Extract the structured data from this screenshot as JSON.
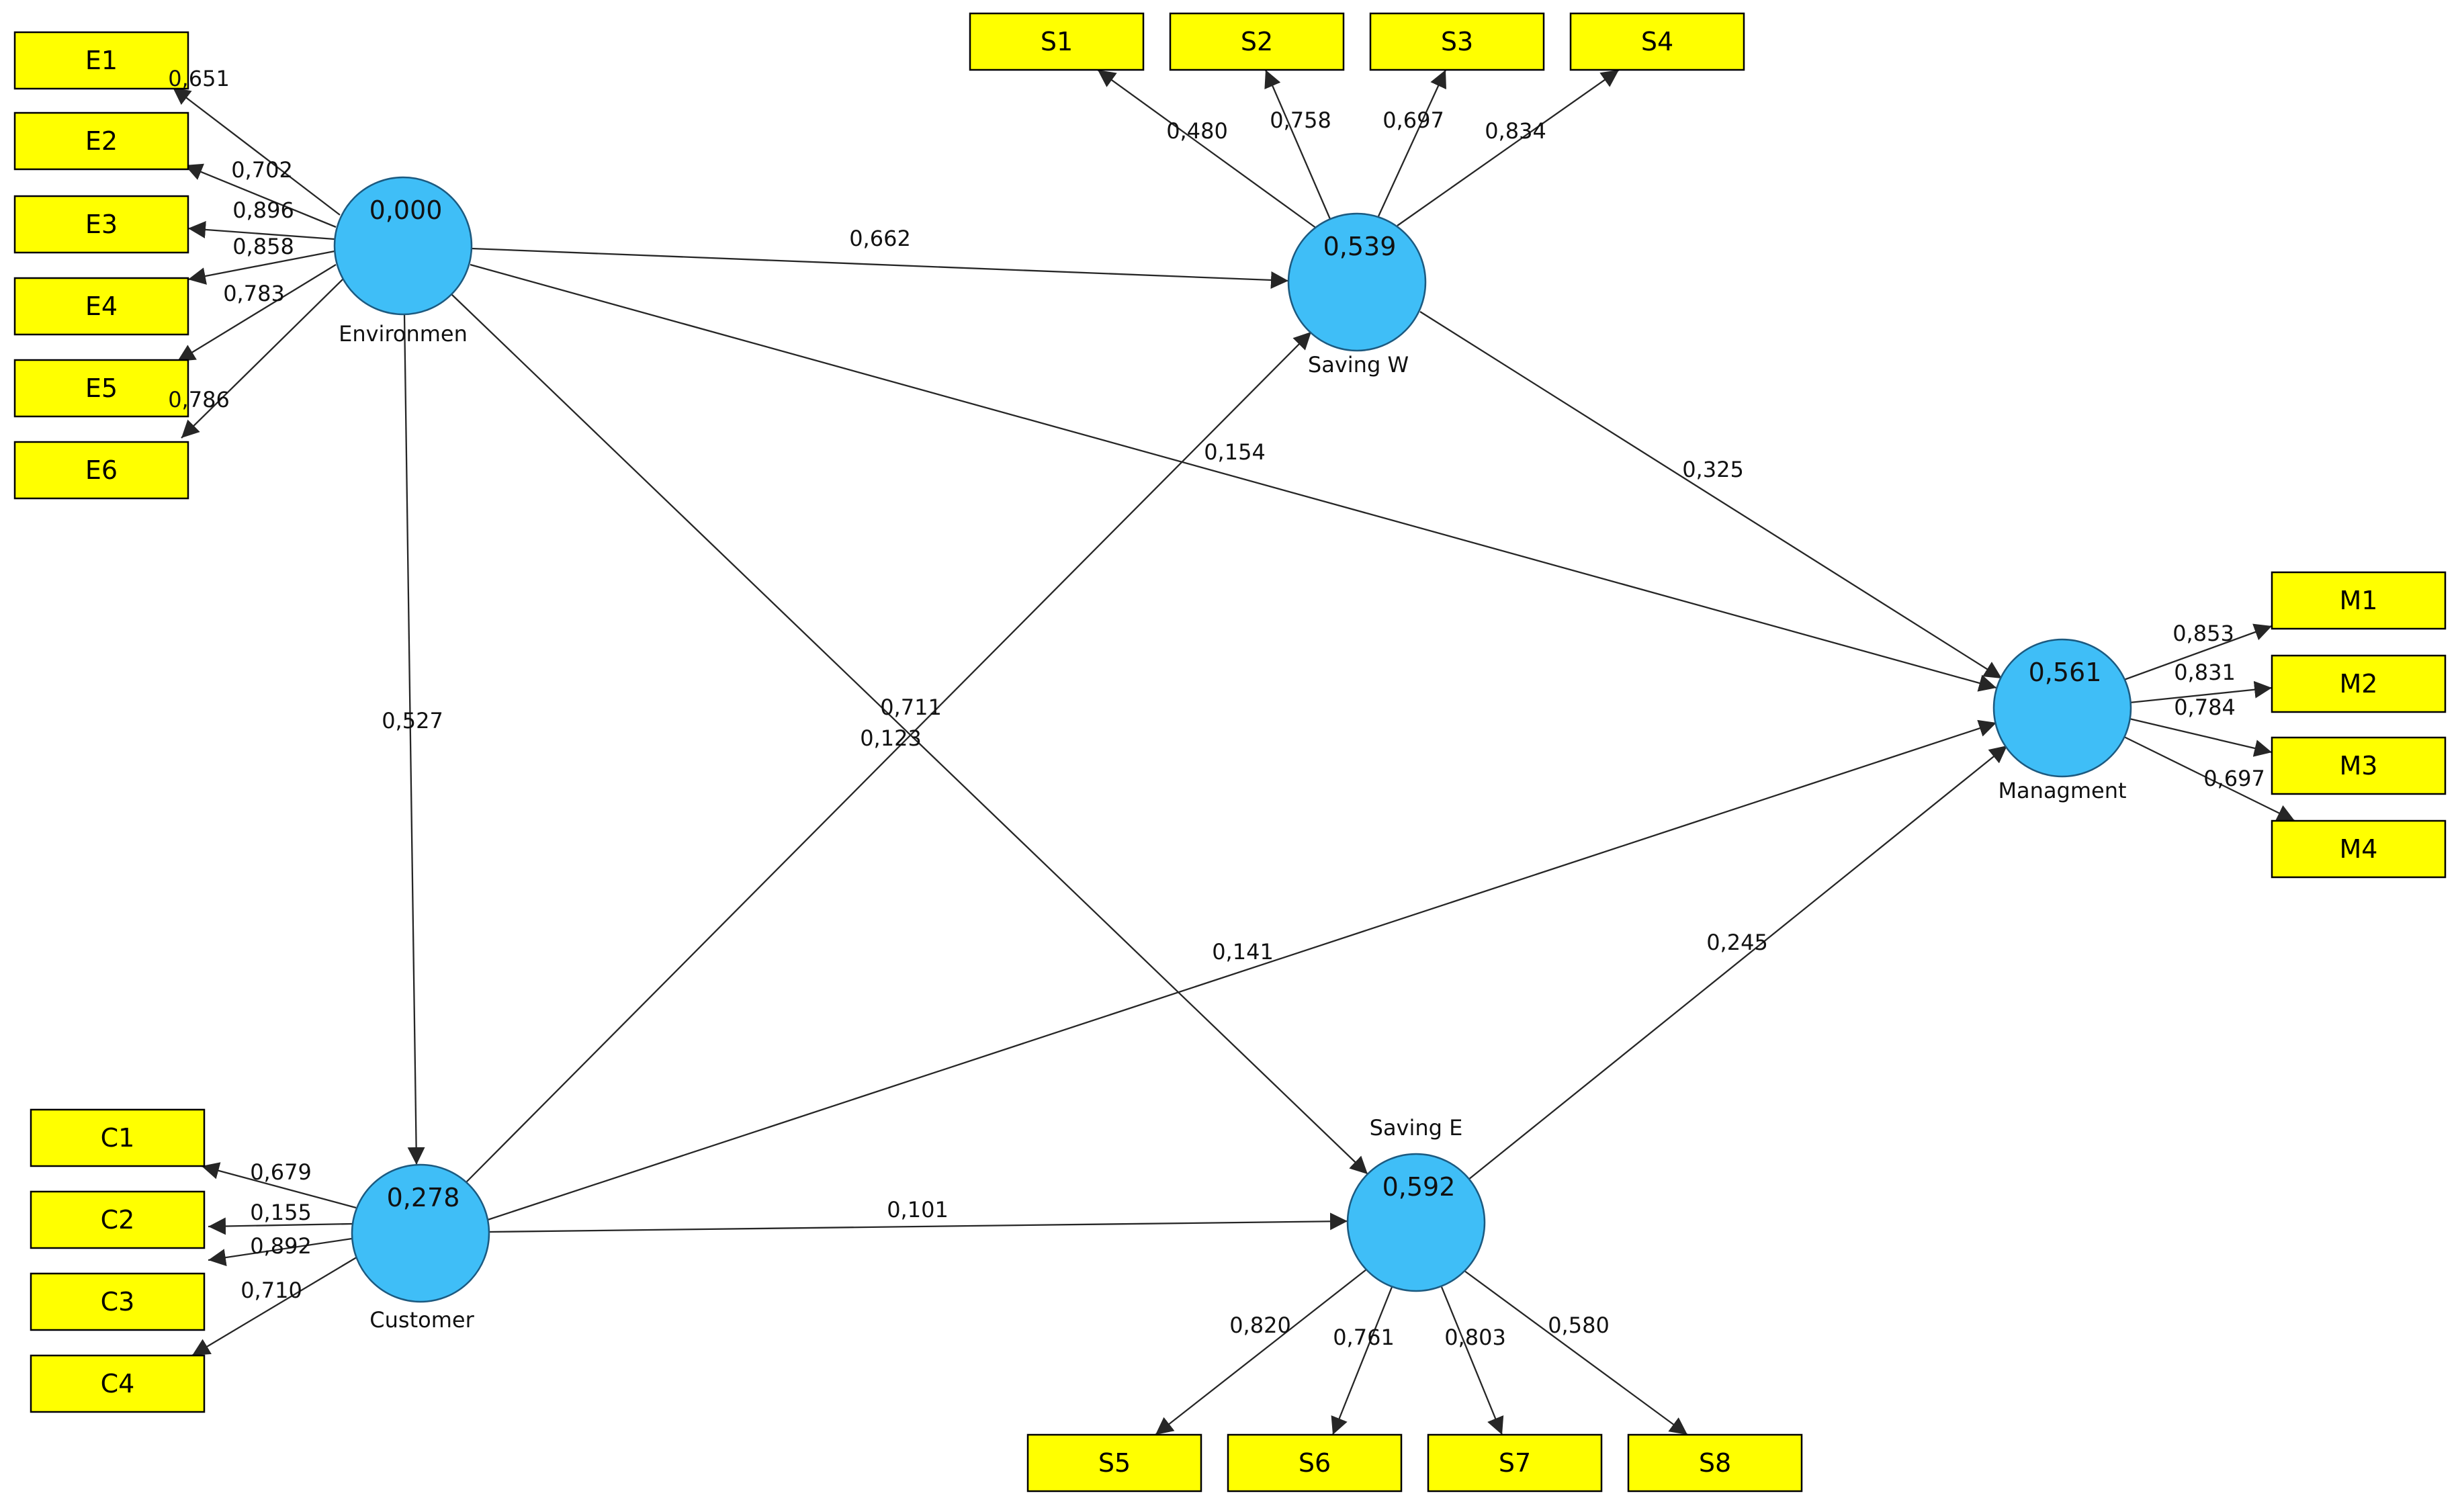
{
  "colors": {
    "indicator": "#ffff00",
    "latent": "#3fbef7",
    "edge": "#262626"
  },
  "latents": [
    {
      "id": "env",
      "value": "0,000",
      "name": "Environmen"
    },
    {
      "id": "sw",
      "value": "0,539",
      "name": "Saving W"
    },
    {
      "id": "cust",
      "value": "0,278",
      "name": "Customer"
    },
    {
      "id": "se",
      "value": "0,592",
      "name": "Saving E"
    },
    {
      "id": "mgmt",
      "value": "0,561",
      "name": "Managment"
    }
  ],
  "indicators": [
    {
      "id": "E1",
      "label": "E1"
    },
    {
      "id": "E2",
      "label": "E2"
    },
    {
      "id": "E3",
      "label": "E3"
    },
    {
      "id": "E4",
      "label": "E4"
    },
    {
      "id": "E5",
      "label": "E5"
    },
    {
      "id": "E6",
      "label": "E6"
    },
    {
      "id": "S1",
      "label": "S1"
    },
    {
      "id": "S2",
      "label": "S2"
    },
    {
      "id": "S3",
      "label": "S3"
    },
    {
      "id": "S4",
      "label": "S4"
    },
    {
      "id": "M1",
      "label": "M1"
    },
    {
      "id": "M2",
      "label": "M2"
    },
    {
      "id": "M3",
      "label": "M3"
    },
    {
      "id": "M4",
      "label": "M4"
    },
    {
      "id": "C1",
      "label": "C1"
    },
    {
      "id": "C2",
      "label": "C2"
    },
    {
      "id": "C3",
      "label": "C3"
    },
    {
      "id": "C4",
      "label": "C4"
    },
    {
      "id": "S5",
      "label": "S5"
    },
    {
      "id": "S6",
      "label": "S6"
    },
    {
      "id": "S7",
      "label": "S7"
    },
    {
      "id": "S8",
      "label": "S8"
    }
  ],
  "loadings": [
    {
      "from": "env",
      "to": "E1",
      "value": "0,651"
    },
    {
      "from": "env",
      "to": "E2",
      "value": "0,702"
    },
    {
      "from": "env",
      "to": "E3",
      "value": "0,896"
    },
    {
      "from": "env",
      "to": "E4",
      "value": "0,858"
    },
    {
      "from": "env",
      "to": "E5",
      "value": "0,783"
    },
    {
      "from": "env",
      "to": "E6",
      "value": "0,786"
    },
    {
      "from": "sw",
      "to": "S1",
      "value": "0,480"
    },
    {
      "from": "sw",
      "to": "S2",
      "value": "0,758"
    },
    {
      "from": "sw",
      "to": "S3",
      "value": "0,697"
    },
    {
      "from": "sw",
      "to": "S4",
      "value": "0,834"
    },
    {
      "from": "mgmt",
      "to": "M1",
      "value": "0,853"
    },
    {
      "from": "mgmt",
      "to": "M2",
      "value": "0,831"
    },
    {
      "from": "mgmt",
      "to": "M3",
      "value": "0,784"
    },
    {
      "from": "mgmt",
      "to": "M4",
      "value": "0,697"
    },
    {
      "from": "cust",
      "to": "C1",
      "value": "0,679"
    },
    {
      "from": "cust",
      "to": "C2",
      "value": "0,155"
    },
    {
      "from": "cust",
      "to": "C3",
      "value": "0,892"
    },
    {
      "from": "cust",
      "to": "C4",
      "value": "0,710"
    },
    {
      "from": "se",
      "to": "S5",
      "value": "0,820"
    },
    {
      "from": "se",
      "to": "S6",
      "value": "0,761"
    },
    {
      "from": "se",
      "to": "S7",
      "value": "0,803"
    },
    {
      "from": "se",
      "to": "S8",
      "value": "0,580"
    }
  ],
  "paths": [
    {
      "from": "env",
      "to": "sw",
      "value": "0,662"
    },
    {
      "from": "env",
      "to": "mgmt",
      "value": "0,154"
    },
    {
      "from": "env",
      "to": "cust",
      "value": "0,527"
    },
    {
      "from": "env",
      "to": "se",
      "value": "0,711"
    },
    {
      "from": "cust",
      "to": "sw",
      "value": "0,123"
    },
    {
      "from": "sw",
      "to": "mgmt",
      "value": "0,325"
    },
    {
      "from": "cust",
      "to": "mgmt",
      "value": "0,141"
    },
    {
      "from": "cust",
      "to": "se",
      "value": "0,101"
    },
    {
      "from": "se",
      "to": "mgmt",
      "value": "0,245"
    }
  ]
}
